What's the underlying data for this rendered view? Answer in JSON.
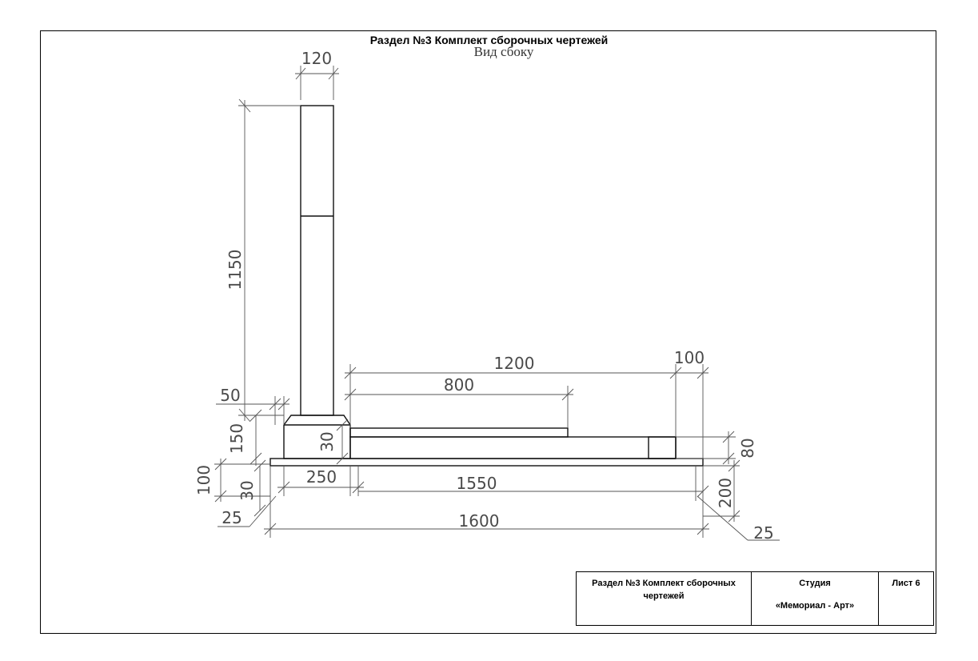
{
  "sheet": {
    "title": "Раздел №3 Комплект сборочных чертежей",
    "ghost_title": "Вид сбоку"
  },
  "dimensions": {
    "stele_width": "120",
    "stele_height": "1150",
    "base_top": "50",
    "base_height": "150",
    "slab_30": "30",
    "bed_total": "1200",
    "bed_inner": "800",
    "end_stone": "100",
    "end_height": "80",
    "footing_height": "100",
    "footing_offset": "30",
    "footing_overhang_left": "25",
    "base_length": "250",
    "bed_length": "1550",
    "overall_length": "1600",
    "footing_depth": "200",
    "footing_overhang_right": "25"
  },
  "title_block": {
    "section_label": "Раздел №3 Комплект сборочных чертежей",
    "studio_label": "Студия",
    "studio_name": "«Мемориал - Арт»",
    "sheet_label": "Лист 6"
  }
}
